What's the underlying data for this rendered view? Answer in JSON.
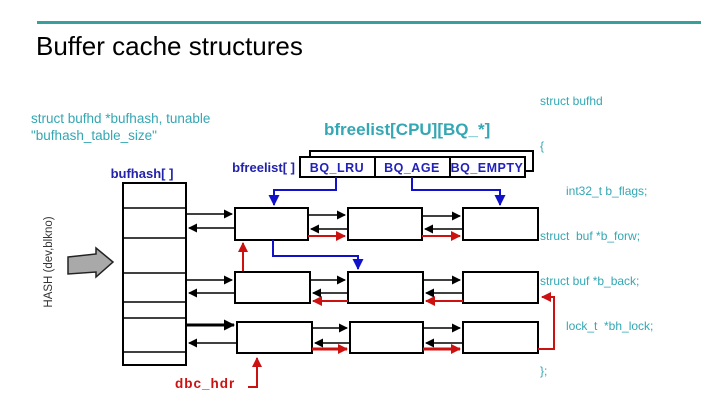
{
  "slide": {
    "title": "Buffer cache structures"
  },
  "notes": {
    "bufhash_note": {
      "line1": "struct bufhd *bufhash, tunable",
      "line2": "\"bufhash_table_size\""
    },
    "bfreelist_heading": "bfreelist[CPU][BQ_*]",
    "code": {
      "lines": [
        "struct bufhd",
        "{",
        "int32_t b_flags;",
        "struct  buf *b_forw;",
        "struct buf *b_back;",
        "lock_t  *bh_lock;",
        "};"
      ]
    }
  },
  "diagram": {
    "hash_function_label": "HASH (dev,blkno)",
    "bufhash_array_label": "bufhash[ ]",
    "bfreelist_array_label": "bfreelist[ ]",
    "queue_labels": [
      "BQ_LRU",
      "BQ_AGE",
      "BQ_EMPTY"
    ],
    "dbc_hdr_label": "dbc_hdr"
  },
  "colors": {
    "accent_teal": "#33a7b3",
    "rule_teal": "#379f9c",
    "label_blue": "#2222aa",
    "free_chain_blue": "#1111cc",
    "dirty_chain_red": "#cc1111",
    "hash_chain_black": "#000000",
    "hash_arrow_gray": "#a9a9a9"
  }
}
